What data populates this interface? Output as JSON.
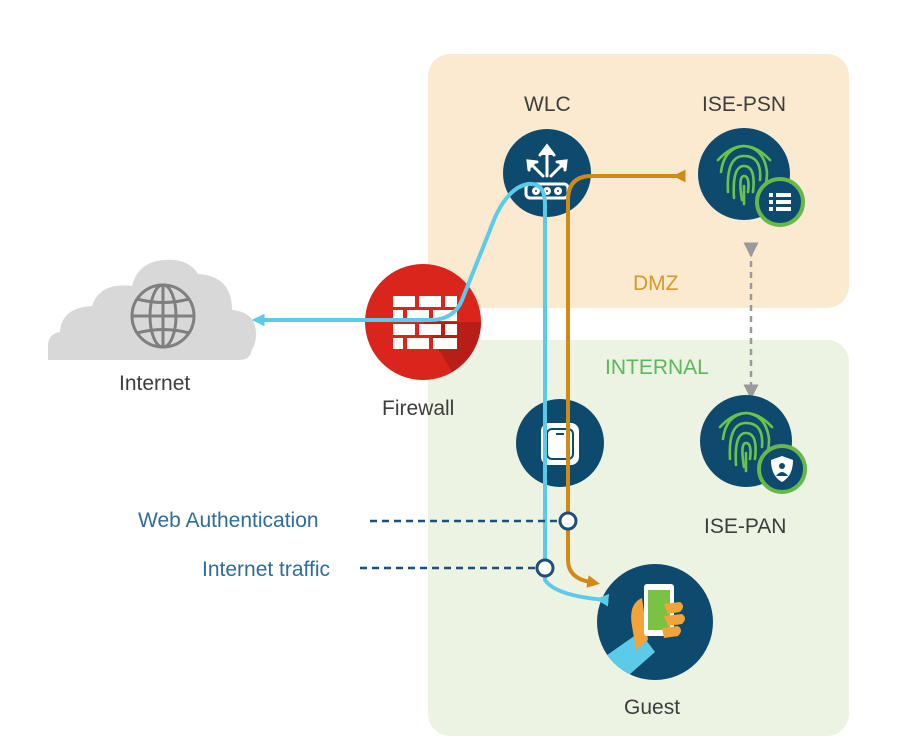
{
  "zones": {
    "dmz": {
      "label": "DMZ",
      "color": "#d39b2a",
      "fill": "#fbe9d0"
    },
    "internal": {
      "label": "INTERNAL",
      "color": "#5cb85c",
      "fill": "#edf3e3"
    }
  },
  "nodes": {
    "wlc": {
      "label": "WLC",
      "icon": "wireless-controller-icon"
    },
    "ise_psn": {
      "label": "ISE-PSN",
      "icon": "fingerprint-icon",
      "badge": "list-icon"
    },
    "ise_pan": {
      "label": "ISE-PAN",
      "icon": "fingerprint-icon",
      "badge": "shield-icon"
    },
    "firewall": {
      "label": "Firewall",
      "icon": "brick-wall-icon"
    },
    "internet": {
      "label": "Internet",
      "icon": "globe-icon"
    },
    "access_point": {
      "icon": "access-point-icon"
    },
    "guest": {
      "label": "Guest",
      "icon": "hand-phone-icon"
    }
  },
  "legend": {
    "web_auth": "Web Authentication",
    "internet_traffic": "Internet traffic"
  },
  "colors": {
    "internet_path": "#5ccbea",
    "web_auth_path": "#d28a16",
    "device_circle": "#0e4a6e",
    "firewall": "#d9251c",
    "cloud": "#d8d8d8",
    "badge_ring": "#67b847",
    "legend_line": "#1f4e79"
  }
}
